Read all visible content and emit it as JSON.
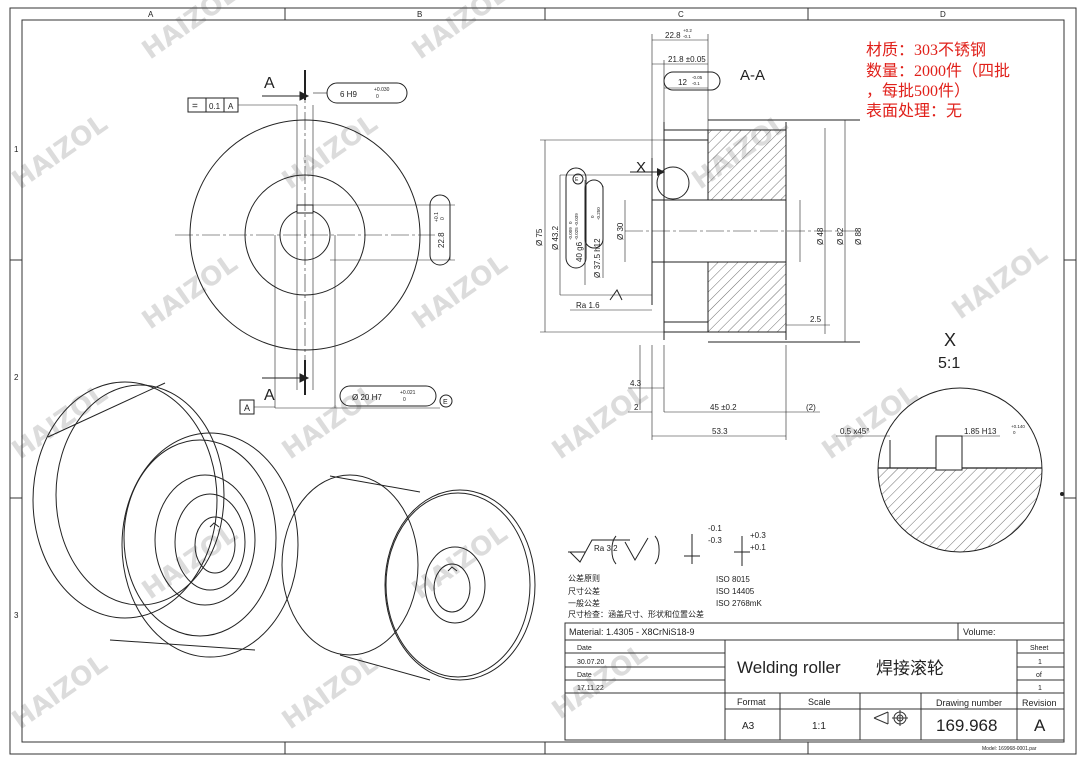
{
  "frame": {
    "cols": [
      "A",
      "B",
      "C",
      "D"
    ],
    "rows": [
      "1",
      "2",
      "3"
    ]
  },
  "notes_red": {
    "line1": "材质：303不锈钢",
    "line2": "数量：2000件（四批",
    "line3": "，每批500件）",
    "line4": "表面处理：无"
  },
  "watermark": "HAIZOL",
  "front_view": {
    "section_label_top": "A",
    "section_label_bottom": "A",
    "geo_tol_symbol": "=",
    "geo_tol_value": "0.1",
    "geo_tol_datum": "A",
    "key_width_dim": "6  H9",
    "key_width_tol_upper": "+0.030",
    "key_width_tol_lower": "0",
    "key_depth_dim": "22.8",
    "key_depth_tol_upper": "+0.1",
    "key_depth_tol_lower": "0",
    "bore_dim": "Ø 20  H7",
    "bore_tol_upper": "+0.021",
    "bore_tol_lower": "0",
    "envelope_symbol": "E",
    "datum_label": "A"
  },
  "section_view": {
    "title": "A-A",
    "detail_marker": "X",
    "dims_top": {
      "overall": "22.8",
      "overall_tol_upper": "+0.2",
      "overall_tol_lower": "-0.1",
      "mid": "21.8 ±0.05",
      "groove": "12",
      "groove_tol_upper": "-0.05",
      "groove_tol_lower": "-0.1"
    },
    "dims_left": {
      "d75": "Ø 75",
      "d43": "Ø 43.2",
      "d43_tol_upper": "0",
      "d43_tol_lower": "-0.039",
      "d40": "40 g6",
      "d40_tol_upper": "-0.009",
      "d40_tol_lower": "-0.025",
      "d375": "Ø 37.5 h12",
      "d375_tol_upper": "0",
      "d375_tol_lower": "-0.250",
      "d30": "Ø 30",
      "envelope": "E"
    },
    "dims_right": {
      "d48": "Ø 48",
      "d82": "Ø 82",
      "d88": "Ø 88",
      "w25": "2.5"
    },
    "dims_bottom": {
      "d43": "4.3",
      "d2": "2",
      "d45": "45 ±0.2",
      "d2ref": "(2)",
      "d533": "53.3"
    },
    "roughness_local": "Ra 1.6"
  },
  "detail_view": {
    "label": "X",
    "scale": "5:1",
    "chamfer": "0.5 x45°",
    "groove_dim": "1.85  H13",
    "groove_tol_upper": "+0.140",
    "groove_tol_lower": "0"
  },
  "roughness_block": {
    "ra": "Ra 3.2",
    "tol1_upper": "-0.1",
    "tol1_lower": "-0.3",
    "tol2_upper": "+0.3",
    "tol2_lower": "+0.1"
  },
  "standards": {
    "rows": [
      {
        "label": "公差原则",
        "value": "ISO 8015"
      },
      {
        "label": "尺寸公差",
        "value": "ISO 14405"
      },
      {
        "label": "一般公差",
        "value": "ISO 2768mK"
      }
    ],
    "inspection": "尺寸检查：涵盖尺寸、形状和位置公差"
  },
  "title_block": {
    "material": "Material: 1.4305 - X8CrNiS18-9",
    "volume_label": "Volume:",
    "date_label_1": "Date",
    "date_value_1": "30.07.20",
    "date_label_2": "Date",
    "date_value_2": "17.11.22",
    "title_en": "Welding roller",
    "title_cn": "焊接滚轮",
    "sheet_label": "Sheet",
    "sheet_value": "1",
    "of_label": "of",
    "of_value": "1",
    "format_label": "Format",
    "format_value": "A3",
    "scale_label": "Scale",
    "scale_value": "1:1",
    "drawing_no_label": "Drawing number",
    "drawing_no_value": "169.968",
    "revision_label": "Revision",
    "revision_value": "A",
    "model_ref": "Model: 169968-0001.par"
  }
}
